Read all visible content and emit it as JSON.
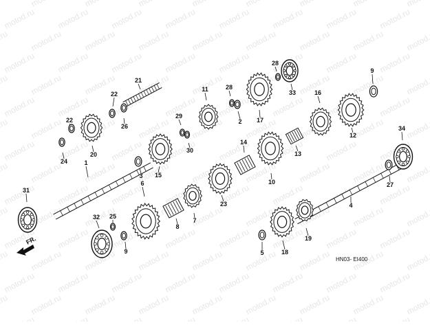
{
  "watermark": "motod.ru",
  "diagram_code": "HN03- EI400",
  "direction_label": "FR.",
  "colors": {
    "ink": "#111111",
    "watermark": "#e6e6e6",
    "background": "#ffffff"
  },
  "parts": [
    {
      "label": "1"
    },
    {
      "label": "2"
    },
    {
      "label": "3"
    },
    {
      "label": "4"
    },
    {
      "label": "5"
    },
    {
      "label": "6"
    },
    {
      "label": "7"
    },
    {
      "label": "8"
    },
    {
      "label": "9"
    },
    {
      "label": "9"
    },
    {
      "label": "10"
    },
    {
      "label": "11"
    },
    {
      "label": "12"
    },
    {
      "label": "13"
    },
    {
      "label": "14"
    },
    {
      "label": "15"
    },
    {
      "label": "16"
    },
    {
      "label": "17"
    },
    {
      "label": "18"
    },
    {
      "label": "19"
    },
    {
      "label": "20"
    },
    {
      "label": "21"
    },
    {
      "label": "22"
    },
    {
      "label": "22"
    },
    {
      "label": "23"
    },
    {
      "label": "24"
    },
    {
      "label": "25"
    },
    {
      "label": "26"
    },
    {
      "label": "27"
    },
    {
      "label": "28"
    },
    {
      "label": "28"
    },
    {
      "label": "29"
    },
    {
      "label": "30"
    },
    {
      "label": "31"
    },
    {
      "label": "32"
    },
    {
      "label": "33"
    },
    {
      "label": "34"
    }
  ]
}
